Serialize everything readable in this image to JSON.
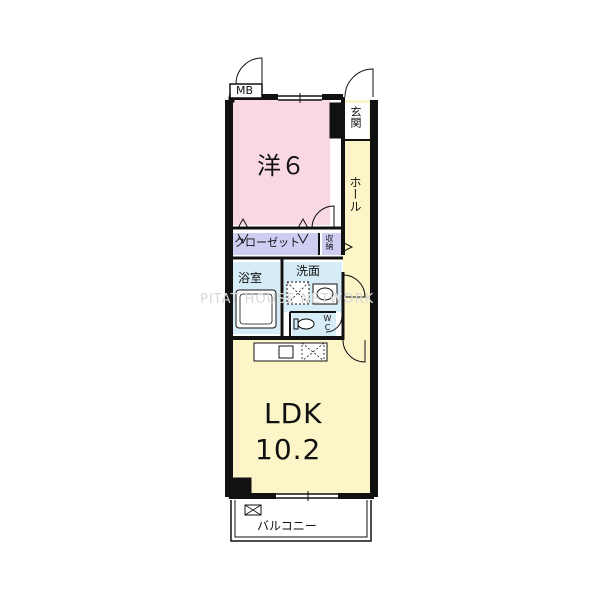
{
  "rooms": {
    "western_room": "洋６",
    "hall": "ホール",
    "entrance": "玄関",
    "closet": "クローゼット",
    "storage": "収納",
    "bath": "浴室",
    "washroom": "洗面",
    "wc": "WC",
    "ldk_line1": "LDK",
    "ldk_line2": "10.2",
    "balcony": "バルコニー",
    "mb": "MB"
  },
  "watermark": "PITAT HOUSE NETWORK",
  "colors": {
    "wall": "#111111",
    "western_room_fill": "#f9d7e3",
    "hall_fill": "#fbf5c8",
    "ldk_fill": "#fbf5c8",
    "closet_fill": "#cfcdf2",
    "wet_fill": "#d6ecf6",
    "balcony_fill": "#ffffff"
  }
}
